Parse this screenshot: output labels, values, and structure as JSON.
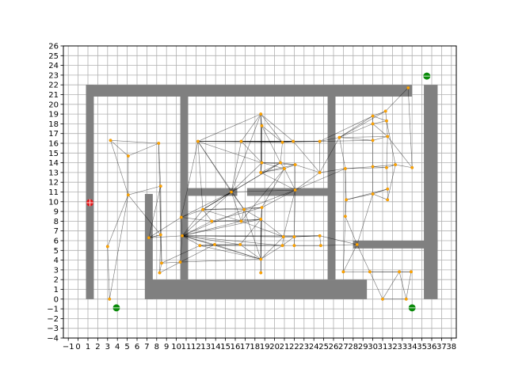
{
  "chart_data": {
    "type": "scatter",
    "title": "",
    "xlabel": "",
    "ylabel": "",
    "xlim": [
      -1.5,
      38.5
    ],
    "ylim": [
      -4,
      26
    ],
    "grid": true,
    "xticks": [
      -1,
      0,
      1,
      2,
      3,
      4,
      5,
      6,
      7,
      8,
      9,
      10,
      11,
      12,
      13,
      14,
      15,
      16,
      17,
      18,
      19,
      20,
      21,
      22,
      23,
      24,
      25,
      26,
      27,
      28,
      29,
      30,
      31,
      32,
      33,
      34,
      35,
      36,
      37,
      38
    ],
    "xtick_labels": [
      "−1",
      "0",
      "1",
      "2",
      "3",
      "4",
      "5",
      "6",
      "7",
      "8",
      "9",
      "10",
      "11",
      "12",
      "13",
      "14",
      "15",
      "16",
      "17",
      "18",
      "19",
      "20",
      "21",
      "22",
      "23",
      "24",
      "25",
      "26",
      "27",
      "28",
      "29",
      "30",
      "31",
      "32",
      "33",
      "34",
      "35",
      "36",
      "37",
      "38"
    ],
    "yticks": [
      -4,
      -3,
      -2,
      -1,
      0,
      1,
      2,
      3,
      4,
      5,
      6,
      7,
      8,
      9,
      10,
      11,
      12,
      13,
      14,
      15,
      16,
      17,
      18,
      19,
      20,
      21,
      22,
      23,
      24,
      25,
      26
    ],
    "ytick_labels": [
      "−4",
      "−3",
      "−2",
      "−1",
      "0",
      "1",
      "2",
      "3",
      "4",
      "5",
      "6",
      "7",
      "8",
      "9",
      "10",
      "11",
      "12",
      "13",
      "14",
      "15",
      "16",
      "17",
      "18",
      "19",
      "20",
      "21",
      "22",
      "23",
      "24",
      "25",
      "26"
    ],
    "obstacles": [
      {
        "x0": 0.8,
        "x1": 34.0,
        "y0": 20.8,
        "y1": 22.0
      },
      {
        "x0": 0.8,
        "x1": 1.6,
        "y0": 0.0,
        "y1": 22.0
      },
      {
        "x0": 35.2,
        "x1": 36.6,
        "y0": 0.0,
        "y1": 22.0
      },
      {
        "x0": 6.8,
        "x1": 7.6,
        "y0": 0.0,
        "y1": 10.8
      },
      {
        "x0": 6.8,
        "x1": 29.4,
        "y0": 0.0,
        "y1": 2.0
      },
      {
        "x0": 10.4,
        "x1": 11.2,
        "y0": 2.0,
        "y1": 21.0
      },
      {
        "x0": 10.4,
        "x1": 16.2,
        "y0": 10.6,
        "y1": 11.4
      },
      {
        "x0": 17.2,
        "x1": 26.2,
        "y0": 10.6,
        "y1": 11.4
      },
      {
        "x0": 25.4,
        "x1": 26.2,
        "y0": 2.0,
        "y1": 21.0
      },
      {
        "x0": 28.0,
        "x1": 36.6,
        "y0": 5.2,
        "y1": 6.0
      }
    ],
    "nodes": [
      [
        3.2,
        0.0
      ],
      [
        3.0,
        5.4
      ],
      [
        3.3,
        16.3
      ],
      [
        5.1,
        14.7
      ],
      [
        5.1,
        10.7
      ],
      [
        8.2,
        16.0
      ],
      [
        8.4,
        11.6
      ],
      [
        8.4,
        6.6
      ],
      [
        8.5,
        3.7
      ],
      [
        8.3,
        2.7
      ],
      [
        7.2,
        6.3
      ],
      [
        10.5,
        8.4
      ],
      [
        10.6,
        6.5
      ],
      [
        10.4,
        3.8
      ],
      [
        12.2,
        16.2
      ],
      [
        12.7,
        9.2
      ],
      [
        12.4,
        5.5
      ],
      [
        13.6,
        8.0
      ],
      [
        13.9,
        5.6
      ],
      [
        15.6,
        11.0
      ],
      [
        16.6,
        16.2
      ],
      [
        16.9,
        9.2
      ],
      [
        16.6,
        8.0
      ],
      [
        16.5,
        5.6
      ],
      [
        18.6,
        19.0
      ],
      [
        18.7,
        17.8
      ],
      [
        18.7,
        14.0
      ],
      [
        18.6,
        13.0
      ],
      [
        18.7,
        9.4
      ],
      [
        18.6,
        8.2
      ],
      [
        18.6,
        4.1
      ],
      [
        18.6,
        2.7
      ],
      [
        20.8,
        16.1
      ],
      [
        20.6,
        14.0
      ],
      [
        21.0,
        13.4
      ],
      [
        20.9,
        6.4
      ],
      [
        20.8,
        5.5
      ],
      [
        21.9,
        16.2
      ],
      [
        22.1,
        13.8
      ],
      [
        22.1,
        11.2
      ],
      [
        22.0,
        6.4
      ],
      [
        22.0,
        5.5
      ],
      [
        24.6,
        16.2
      ],
      [
        24.6,
        13.0
      ],
      [
        24.6,
        6.5
      ],
      [
        24.7,
        5.5
      ],
      [
        26.6,
        16.6
      ],
      [
        27.2,
        13.4
      ],
      [
        27.3,
        10.2
      ],
      [
        27.2,
        8.5
      ],
      [
        27.0,
        2.8
      ],
      [
        28.4,
        5.6
      ],
      [
        29.7,
        2.8
      ],
      [
        30.0,
        18.8
      ],
      [
        30.0,
        18.0
      ],
      [
        30.0,
        16.3
      ],
      [
        30.0,
        13.6
      ],
      [
        30.0,
        10.8
      ],
      [
        31.3,
        19.3
      ],
      [
        31.4,
        18.3
      ],
      [
        31.5,
        16.7
      ],
      [
        31.4,
        13.5
      ],
      [
        31.5,
        11.3
      ],
      [
        31.5,
        10.2
      ],
      [
        32.3,
        13.8
      ],
      [
        32.7,
        2.8
      ],
      [
        33.6,
        21.7
      ],
      [
        34.0,
        13.5
      ],
      [
        33.9,
        2.8
      ],
      [
        33.4,
        0.0
      ],
      [
        31.0,
        0.0
      ]
    ],
    "edges": [
      [
        0,
        1
      ],
      [
        0,
        4
      ],
      [
        1,
        4
      ],
      [
        2,
        3
      ],
      [
        2,
        4
      ],
      [
        2,
        5
      ],
      [
        3,
        4
      ],
      [
        3,
        5
      ],
      [
        4,
        6
      ],
      [
        4,
        7
      ],
      [
        5,
        6
      ],
      [
        5,
        7
      ],
      [
        6,
        7
      ],
      [
        6,
        8
      ],
      [
        7,
        8
      ],
      [
        7,
        9
      ],
      [
        8,
        9
      ],
      [
        7,
        10
      ],
      [
        10,
        12
      ],
      [
        10,
        11
      ],
      [
        11,
        12
      ],
      [
        12,
        13
      ],
      [
        8,
        13
      ],
      [
        12,
        15
      ],
      [
        12,
        16
      ],
      [
        12,
        17
      ],
      [
        12,
        18
      ],
      [
        12,
        19
      ],
      [
        12,
        21
      ],
      [
        12,
        22
      ],
      [
        12,
        23
      ],
      [
        12,
        29
      ],
      [
        12,
        30
      ],
      [
        12,
        35
      ],
      [
        12,
        36
      ],
      [
        11,
        15
      ],
      [
        11,
        17
      ],
      [
        11,
        19
      ],
      [
        13,
        18
      ],
      [
        13,
        30
      ],
      [
        14,
        15
      ],
      [
        14,
        19
      ],
      [
        14,
        20
      ],
      [
        14,
        21
      ],
      [
        14,
        24
      ],
      [
        14,
        26
      ],
      [
        14,
        37
      ],
      [
        14,
        42
      ],
      [
        15,
        17
      ],
      [
        15,
        19
      ],
      [
        15,
        21
      ],
      [
        15,
        22
      ],
      [
        15,
        28
      ],
      [
        16,
        18
      ],
      [
        16,
        23
      ],
      [
        16,
        30
      ],
      [
        16,
        36
      ],
      [
        17,
        22
      ],
      [
        17,
        29
      ],
      [
        18,
        23
      ],
      [
        18,
        30
      ],
      [
        19,
        20
      ],
      [
        19,
        21
      ],
      [
        19,
        22
      ],
      [
        19,
        24
      ],
      [
        19,
        26
      ],
      [
        19,
        33
      ],
      [
        19,
        39
      ],
      [
        20,
        24
      ],
      [
        20,
        26
      ],
      [
        20,
        32
      ],
      [
        20,
        37
      ],
      [
        20,
        42
      ],
      [
        21,
        22
      ],
      [
        21,
        28
      ],
      [
        21,
        29
      ],
      [
        21,
        30
      ],
      [
        22,
        29
      ],
      [
        22,
        35
      ],
      [
        23,
        30
      ],
      [
        23,
        36
      ],
      [
        24,
        25
      ],
      [
        24,
        26
      ],
      [
        24,
        27
      ],
      [
        24,
        32
      ],
      [
        24,
        37
      ],
      [
        25,
        26
      ],
      [
        25,
        27
      ],
      [
        25,
        32
      ],
      [
        25,
        33
      ],
      [
        26,
        27
      ],
      [
        26,
        33
      ],
      [
        26,
        34
      ],
      [
        26,
        38
      ],
      [
        27,
        33
      ],
      [
        27,
        34
      ],
      [
        27,
        38
      ],
      [
        27,
        39
      ],
      [
        28,
        29
      ],
      [
        28,
        30
      ],
      [
        28,
        31
      ],
      [
        29,
        30
      ],
      [
        29,
        31
      ],
      [
        29,
        35
      ],
      [
        30,
        31
      ],
      [
        30,
        35
      ],
      [
        30,
        36
      ],
      [
        32,
        33
      ],
      [
        32,
        37
      ],
      [
        32,
        42
      ],
      [
        33,
        34
      ],
      [
        33,
        38
      ],
      [
        34,
        38
      ],
      [
        34,
        39
      ],
      [
        35,
        36
      ],
      [
        35,
        40
      ],
      [
        36,
        41
      ],
      [
        37,
        42
      ],
      [
        37,
        43
      ],
      [
        38,
        39
      ],
      [
        38,
        43
      ],
      [
        39,
        43
      ],
      [
        39,
        47
      ],
      [
        40,
        41
      ],
      [
        40,
        44
      ],
      [
        41,
        45
      ],
      [
        42,
        43
      ],
      [
        42,
        46
      ],
      [
        42,
        53
      ],
      [
        42,
        55
      ],
      [
        43,
        46
      ],
      [
        43,
        47
      ],
      [
        44,
        45
      ],
      [
        44,
        51
      ],
      [
        44,
        35
      ],
      [
        45,
        51
      ],
      [
        46,
        47
      ],
      [
        46,
        53
      ],
      [
        46,
        54
      ],
      [
        46,
        55
      ],
      [
        46,
        58
      ],
      [
        46,
        60
      ],
      [
        47,
        48
      ],
      [
        47,
        56
      ],
      [
        47,
        61
      ],
      [
        48,
        49
      ],
      [
        48,
        57
      ],
      [
        48,
        62
      ],
      [
        49,
        50
      ],
      [
        49,
        51
      ],
      [
        50,
        51
      ],
      [
        50,
        52
      ],
      [
        51,
        52
      ],
      [
        51,
        57
      ],
      [
        52,
        65
      ],
      [
        52,
        68
      ],
      [
        52,
        70
      ],
      [
        53,
        54
      ],
      [
        53,
        58
      ],
      [
        53,
        59
      ],
      [
        54,
        55
      ],
      [
        54,
        59
      ],
      [
        54,
        60
      ],
      [
        55,
        60
      ],
      [
        55,
        56
      ],
      [
        56,
        57
      ],
      [
        56,
        61
      ],
      [
        56,
        64
      ],
      [
        57,
        62
      ],
      [
        57,
        63
      ],
      [
        58,
        59
      ],
      [
        58,
        66
      ],
      [
        59,
        60
      ],
      [
        59,
        64
      ],
      [
        60,
        61
      ],
      [
        60,
        67
      ],
      [
        61,
        62
      ],
      [
        61,
        64
      ],
      [
        62,
        63
      ],
      [
        63,
        64
      ],
      [
        64,
        67
      ],
      [
        66,
        67
      ],
      [
        65,
        68
      ],
      [
        65,
        69
      ],
      [
        65,
        70
      ],
      [
        68,
        69
      ],
      [
        69,
        70
      ],
      [
        10,
        7
      ],
      [
        9,
        13
      ],
      [
        8,
        16
      ],
      [
        14,
        32
      ],
      [
        20,
        37
      ],
      [
        39,
        40
      ],
      [
        44,
        40
      ],
      [
        45,
        41
      ],
      [
        19,
        15
      ],
      [
        6,
        10
      ],
      [
        47,
        49
      ],
      [
        12,
        40
      ],
      [
        12,
        44
      ],
      [
        21,
        39
      ],
      [
        22,
        34
      ],
      [
        15,
        33
      ],
      [
        17,
        28
      ],
      [
        23,
        29
      ],
      [
        11,
        14
      ],
      [
        35,
        39
      ],
      [
        36,
        40
      ],
      [
        28,
        39
      ],
      [
        28,
        34
      ]
    ],
    "start": [
      1.2,
      9.9
    ],
    "goals": [
      [
        3.9,
        -0.9
      ],
      [
        35.5,
        22.9
      ],
      [
        34.0,
        -0.9
      ]
    ]
  }
}
